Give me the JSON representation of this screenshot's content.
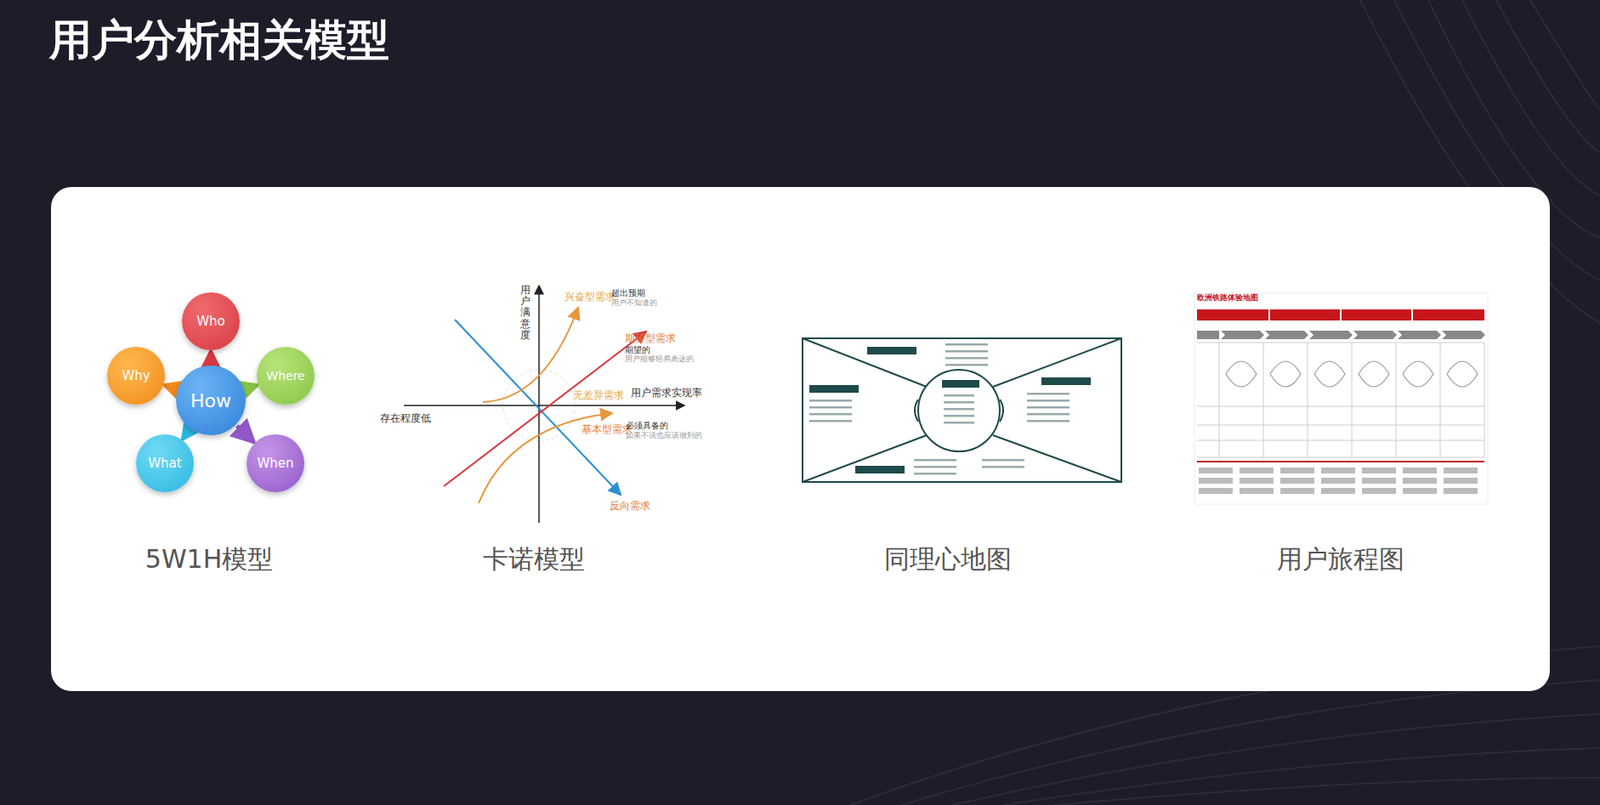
{
  "diagram": {
    "title": "用户分析相关模型",
    "nodes": [
      {
        "text": [
          "Who"
        ]
      },
      {
        "text": [
          "Why"
        ]
      },
      {
        "text": [
          "How"
        ]
      },
      {
        "text": [
          "Where"
        ]
      },
      {
        "text": [
          "What"
        ]
      },
      {
        "text": [
          "When"
        ]
      }
    ],
    "edges": [
      {
        "from": 2,
        "to": 0,
        "arrow": "to"
      },
      {
        "from": 2,
        "to": 1,
        "arrow": "to"
      },
      {
        "from": 2,
        "to": 3,
        "arrow": "to"
      },
      {
        "from": 2,
        "to": 4,
        "arrow": "to"
      },
      {
        "from": 2,
        "to": 5,
        "arrow": "to"
      }
    ],
    "labels": [
      "用户满意度",
      "用户需求实现率",
      "存在程度低",
      "兴奋型需求",
      "超出预期",
      "用户不知道的",
      "期望型需求",
      "期望的",
      "用户能够轻易表达的",
      "无差异需求",
      "基本型需求",
      "必须具备的",
      "如果不说也应该做到的",
      "反向需求",
      "欧洲铁路体验地图",
      "5W1H模型",
      "卡诺模型",
      "同理心地图",
      "用户旅程图"
    ]
  }
}
